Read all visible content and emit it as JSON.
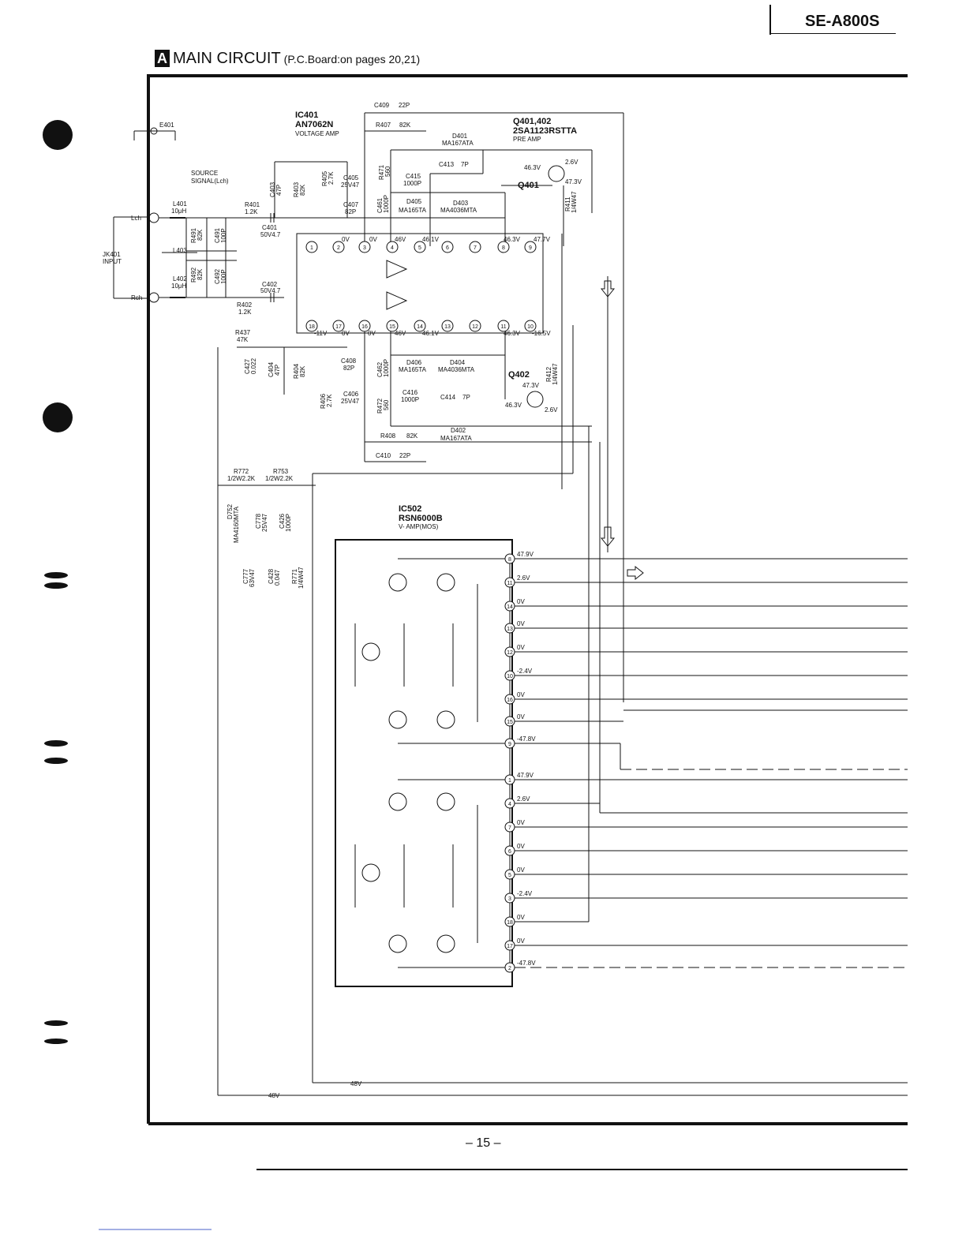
{
  "header": {
    "model": "SE-A800S"
  },
  "title": {
    "badge": "A",
    "main": "MAIN  CIRCUIT",
    "sub": "(P.C.Board:on pages 20,21)"
  },
  "page_number": "– 15 –",
  "labels": {
    "ic401_ref": "IC401",
    "ic401_part": "AN7062N",
    "ic401_func": "VOLTAGE AMP",
    "q401402_ref": "Q401,402",
    "q401402_part": "2SA1123RSTTA",
    "q401402_func": "PRE AMP",
    "q401": "Q401",
    "q402": "Q402",
    "ic502_ref": "IC502",
    "ic502_part": "RSN6000B",
    "ic502_func": "V- AMP(MOS)",
    "e401": "E401",
    "source1": "SOURCE",
    "source2": "SIGNAL(Lch)",
    "jk401_1": "JK401",
    "jk401_2": "INPUT",
    "lch": "Lch",
    "rch": "Rch",
    "l401": "L401",
    "l401v": "10μH",
    "l402": "L402",
    "l402v": "10μH",
    "l403": "L403",
    "r401": "R401",
    "r401v": "1.2K",
    "r402": "R402",
    "r402v": "1.2K",
    "r491": "R491",
    "r491v": "82K",
    "r492": "R492",
    "r492v": "82K",
    "c491": "C491",
    "c491v": "100P",
    "c492": "C492",
    "c492v": "100P",
    "c401": "C401",
    "c401v": "50V4.7",
    "c402": "C402",
    "c402v": "50V4.7",
    "c403": "C403",
    "c403v": "47P",
    "r403": "R403",
    "r403v": "82K",
    "r405": "R405",
    "r405v": "2.7K",
    "c405": "C405",
    "c405v": "25V47",
    "c407": "C407",
    "c407v": "82P",
    "c409": "C409",
    "c409v": "22P",
    "r407": "R407",
    "r407v": "82K",
    "d401": "D401",
    "d401v": "MA167ATA",
    "c413": "C413",
    "c413v": "7P",
    "r471": "R471",
    "r471v": "560",
    "c415": "C415",
    "c415v": "1000P",
    "c461": "C461",
    "c461v": "1000P",
    "d405": "D405",
    "d405v": "MA165TA",
    "d403": "D403",
    "d403v": "MA4036MTA",
    "r411": "R411",
    "r411v": "1/4W47",
    "r437": "R437",
    "r437v": "47K",
    "c427": "C427",
    "c427v": "0.022",
    "c404": "C404",
    "c404v": "47P",
    "r404": "R404",
    "r404v": "82K",
    "c408": "C408",
    "c408v": "82P",
    "r406": "R406",
    "r406v": "2.7K",
    "c406": "C406",
    "c406v": "25V47",
    "c462": "C462",
    "c462v": "1000P",
    "d406": "D406",
    "d406v": "MA165TA",
    "d404": "D404",
    "d404v": "MA4036MTA",
    "r472": "R472",
    "r472v": "560",
    "c416": "C416",
    "c416v": "1000P",
    "c414": "C414",
    "c414v": "7P",
    "d402": "D402",
    "d402v": "MA167ATA",
    "r412": "R412",
    "r412v": "1/4W47",
    "r408": "R408",
    "r408v": "82K",
    "c410": "C410",
    "c410v": "22P",
    "r772": "R772",
    "r772v": "1/2W2.2K",
    "r753": "R753",
    "r753v": "1/2W2.2K",
    "d752": "D752",
    "d752v": "MA4160MTA",
    "c778": "C778",
    "c778v": "25V47",
    "c426": "C426",
    "c426v": "1000P",
    "c777": "C777",
    "c777v": "63V47",
    "c428": "C428",
    "c428v": "0.047",
    "r771": "R771",
    "r771v": "1/4W47",
    "rail48_a": "48V",
    "rail48_b": "48V"
  },
  "voltages": {
    "v0a": "0V",
    "v0b": "0V",
    "v46a": "46V",
    "v461a": "46.1V",
    "v463a": "46.3V",
    "v477": "47.7V",
    "vm11": "-11V",
    "v0c": "0V",
    "v0d": "0V",
    "v46b": "46V",
    "v461b": "46.1V",
    "v463b": "46.3V",
    "vm165": "-16.5V",
    "q401b": "46.3V",
    "q401e": "2.6V",
    "q401c": "47.3V",
    "q402e": "47.3V",
    "q402b": "46.3V",
    "q402c": "2.6V"
  },
  "ic401_pins_top": [
    "1",
    "2",
    "3",
    "4",
    "5",
    "6",
    "7",
    "8",
    "9"
  ],
  "ic401_pins_bot": [
    "18",
    "17",
    "16",
    "15",
    "14",
    "13",
    "12",
    "11",
    "10"
  ],
  "ic502_pins": [
    {
      "pin": "8",
      "v": "47.9V"
    },
    {
      "pin": "11",
      "v": "2.6V"
    },
    {
      "pin": "14",
      "v": "0V"
    },
    {
      "pin": "13",
      "v": "0V"
    },
    {
      "pin": "12",
      "v": "0V"
    },
    {
      "pin": "10",
      "v": "-2.4V"
    },
    {
      "pin": "16",
      "v": "0V"
    },
    {
      "pin": "15",
      "v": "0V"
    },
    {
      "pin": "9",
      "v": "-47.8V"
    },
    {
      "pin": "1",
      "v": "47.9V"
    },
    {
      "pin": "4",
      "v": "2.6V"
    },
    {
      "pin": "7",
      "v": "0V"
    },
    {
      "pin": "6",
      "v": "0V"
    },
    {
      "pin": "5",
      "v": "0V"
    },
    {
      "pin": "3",
      "v": "-2.4V"
    },
    {
      "pin": "18",
      "v": "0V"
    },
    {
      "pin": "17",
      "v": "0V"
    },
    {
      "pin": "2",
      "v": "-47.8V"
    }
  ]
}
